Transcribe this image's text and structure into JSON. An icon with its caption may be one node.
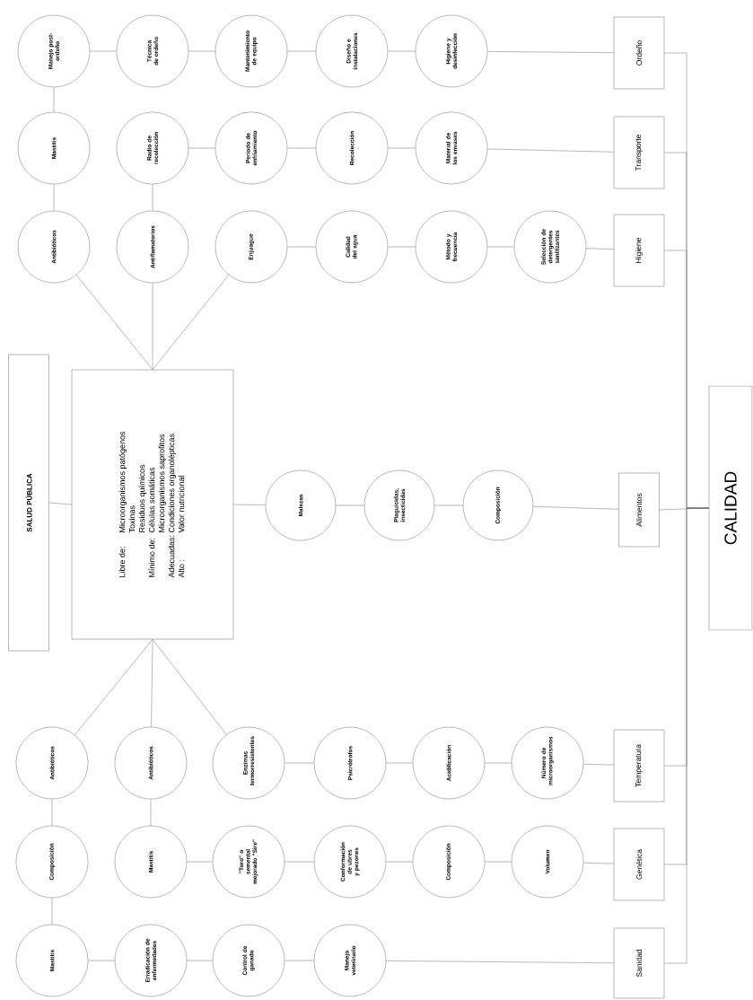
{
  "diagram": {
    "nodes": [
      {
        "text": [
          "SALUD PÚBLICA"
        ]
      },
      {
        "text": [
          "Libre de:",
          "Microorganismos patógenos",
          "Toxinas",
          "Residuos químicos",
          "Mínimo de:",
          "Células somáticas",
          "Microorganismos saprofitos",
          "Adecuadas:",
          "Condiciones organolépticas",
          "Alto :",
          "Valor nutricional"
        ]
      },
      {
        "text": [
          "CALIDAD"
        ]
      },
      {
        "text": [
          "Manejo post-ordeño"
        ]
      },
      {
        "text": [
          "Técnica de ordeño"
        ]
      },
      {
        "text": [
          "Mantenimiento de equipo"
        ]
      },
      {
        "text": [
          "Diseño e instalaciones"
        ]
      },
      {
        "text": [
          "Higiene y desinfección"
        ]
      },
      {
        "text": [
          "Ordeño"
        ]
      },
      {
        "text": [
          "Mastitis"
        ]
      },
      {
        "text": [
          "Radio de recolección"
        ]
      },
      {
        "text": [
          "Periodo de enfriamiento"
        ]
      },
      {
        "text": [
          "Recolección"
        ]
      },
      {
        "text": [
          "Material de los envases"
        ]
      },
      {
        "text": [
          "Transporte"
        ]
      },
      {
        "text": [
          "Antibióticos"
        ]
      },
      {
        "text": [
          "Antiflamatorios"
        ]
      },
      {
        "text": [
          "Enjuague"
        ]
      },
      {
        "text": [
          "Calidad del agua"
        ]
      },
      {
        "text": [
          "Método y frecuencia"
        ]
      },
      {
        "text": [
          "Selección de detergentes sanitizantes"
        ]
      },
      {
        "text": [
          "Higiene"
        ]
      },
      {
        "text": [
          "Malezas"
        ]
      },
      {
        "text": [
          "Plaguicidas, insecticidas"
        ]
      },
      {
        "text": [
          "Composición"
        ]
      },
      {
        "text": [
          "Alimentos"
        ]
      },
      {
        "text": [
          "Antibióticos"
        ]
      },
      {
        "text": [
          "Antibióticos"
        ]
      },
      {
        "text": [
          "Enzimas termorresistentes"
        ]
      },
      {
        "text": [
          "Psicrótrofos"
        ]
      },
      {
        "text": [
          "Acidificación"
        ]
      },
      {
        "text": [
          "Número de microorganismos"
        ]
      },
      {
        "text": [
          "Temperatura"
        ]
      },
      {
        "text": [
          "Composición"
        ]
      },
      {
        "text": [
          "Mastitis"
        ]
      },
      {
        "text": [
          "\"Toro\" o semental mejorado \"Sire\""
        ]
      },
      {
        "text": [
          "Conformación de ubres y pezones"
        ]
      },
      {
        "text": [
          "Composición"
        ]
      },
      {
        "text": [
          "Volumen"
        ]
      },
      {
        "text": [
          "Genética"
        ]
      },
      {
        "text": [
          "Mastitis"
        ]
      },
      {
        "text": [
          "Erradicación de enfermedades"
        ]
      },
      {
        "text": [
          "Control de ganado"
        ]
      },
      {
        "text": [
          "Manejo veterinario"
        ]
      },
      {
        "text": [
          "Sanidad"
        ]
      }
    ],
    "edges": [
      {
        "from": 0,
        "to": 1,
        "arrow": "none"
      },
      {
        "from": 1,
        "to": 15,
        "arrow": "none"
      },
      {
        "from": 1,
        "to": 16,
        "arrow": "none"
      },
      {
        "from": 1,
        "to": 17,
        "arrow": "none"
      },
      {
        "from": 3,
        "to": 4,
        "arrow": "none"
      },
      {
        "from": 4,
        "to": 5,
        "arrow": "none"
      },
      {
        "from": 5,
        "to": 6,
        "arrow": "none"
      },
      {
        "from": 6,
        "to": 7,
        "arrow": "none"
      },
      {
        "from": 7,
        "to": 8,
        "arrow": "none"
      },
      {
        "from": 3,
        "to": 9,
        "arrow": "none"
      },
      {
        "from": 9,
        "to": 15,
        "arrow": "none"
      },
      {
        "from": 10,
        "to": 11,
        "arrow": "none"
      },
      {
        "from": 11,
        "to": 12,
        "arrow": "none"
      },
      {
        "from": 12,
        "to": 13,
        "arrow": "none"
      },
      {
        "from": 13,
        "to": 14,
        "arrow": "none"
      },
      {
        "from": 10,
        "to": 16,
        "arrow": "none"
      },
      {
        "from": 17,
        "to": 18,
        "arrow": "none"
      },
      {
        "from": 18,
        "to": 19,
        "arrow": "none"
      },
      {
        "from": 19,
        "to": 20,
        "arrow": "none"
      },
      {
        "from": 20,
        "to": 21,
        "arrow": "none"
      },
      {
        "from": 1,
        "to": 22,
        "arrow": "none"
      },
      {
        "from": 22,
        "to": 23,
        "arrow": "none"
      },
      {
        "from": 23,
        "to": 24,
        "arrow": "none"
      },
      {
        "from": 24,
        "to": 25,
        "arrow": "none"
      },
      {
        "from": 1,
        "to": 26,
        "arrow": "none"
      },
      {
        "from": 1,
        "to": 27,
        "arrow": "none"
      },
      {
        "from": 1,
        "to": 28,
        "arrow": "none"
      },
      {
        "from": 26,
        "to": 33,
        "arrow": "none"
      },
      {
        "from": 33,
        "to": 40,
        "arrow": "none"
      },
      {
        "from": 40,
        "to": 41,
        "arrow": "none"
      },
      {
        "from": 41,
        "to": 42,
        "arrow": "none"
      },
      {
        "from": 42,
        "to": 43,
        "arrow": "none"
      },
      {
        "from": 43,
        "to": 44,
        "arrow": "none"
      },
      {
        "from": 27,
        "to": 34,
        "arrow": "none"
      },
      {
        "from": 34,
        "to": 35,
        "arrow": "none"
      },
      {
        "from": 35,
        "to": 36,
        "arrow": "none"
      },
      {
        "from": 36,
        "to": 37,
        "arrow": "none"
      },
      {
        "from": 37,
        "to": 38,
        "arrow": "none"
      },
      {
        "from": 38,
        "to": 39,
        "arrow": "none"
      },
      {
        "from": 28,
        "to": 29,
        "arrow": "none"
      },
      {
        "from": 29,
        "to": 30,
        "arrow": "none"
      },
      {
        "from": 30,
        "to": 31,
        "arrow": "none"
      },
      {
        "from": 31,
        "to": 32,
        "arrow": "none"
      },
      {
        "from": 8,
        "to": 2,
        "arrow": "none"
      },
      {
        "from": 14,
        "to": 2,
        "arrow": "none"
      },
      {
        "from": 21,
        "to": 2,
        "arrow": "none"
      },
      {
        "from": 25,
        "to": 2,
        "arrow": "none"
      },
      {
        "from": 32,
        "to": 2,
        "arrow": "none"
      },
      {
        "from": 39,
        "to": 2,
        "arrow": "none"
      },
      {
        "from": 44,
        "to": 2,
        "arrow": "none"
      }
    ]
  }
}
